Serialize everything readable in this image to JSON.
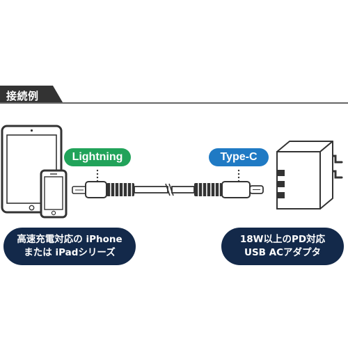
{
  "section": {
    "title": "接続例"
  },
  "labels": {
    "lightning": "Lightning",
    "type_c": "Type-C"
  },
  "captions": {
    "left_line1": "高速充電対応の iPhone",
    "left_line2": "または iPadシリーズ",
    "right_line1": "18W以上のPD対応",
    "right_line2": "USB ACアダプタ"
  },
  "colors": {
    "lightning_pill": "#21a35a",
    "type_c_pill": "#1f7ac4",
    "caption_bg": "#13294a",
    "header_bg": "#333333"
  },
  "icons": [
    "tablet-icon",
    "phone-icon",
    "cable-icon",
    "ac-adapter-icon"
  ]
}
